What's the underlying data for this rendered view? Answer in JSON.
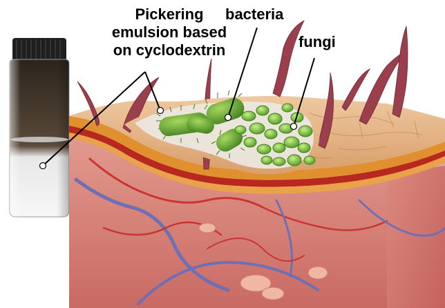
{
  "labels": {
    "pickering_line1": "Pickering",
    "pickering_line2": "emulsion based",
    "pickering_line3": "on cyclodextrin",
    "bacteria": "bacteria",
    "fungi": "fungi"
  },
  "colors": {
    "skin_surface": "#e6b98b",
    "epidermis_red": "#c0392b",
    "dermis": "#d97e77",
    "hair": "#9a3f4b",
    "bacteria_green": "#5ea52c",
    "fungi_green": "#7fc23c",
    "emulsion": "#e9e6df",
    "vial_liquid_top": "#3a2f25",
    "vial_liquid_bottom": "#f2f2f2"
  }
}
